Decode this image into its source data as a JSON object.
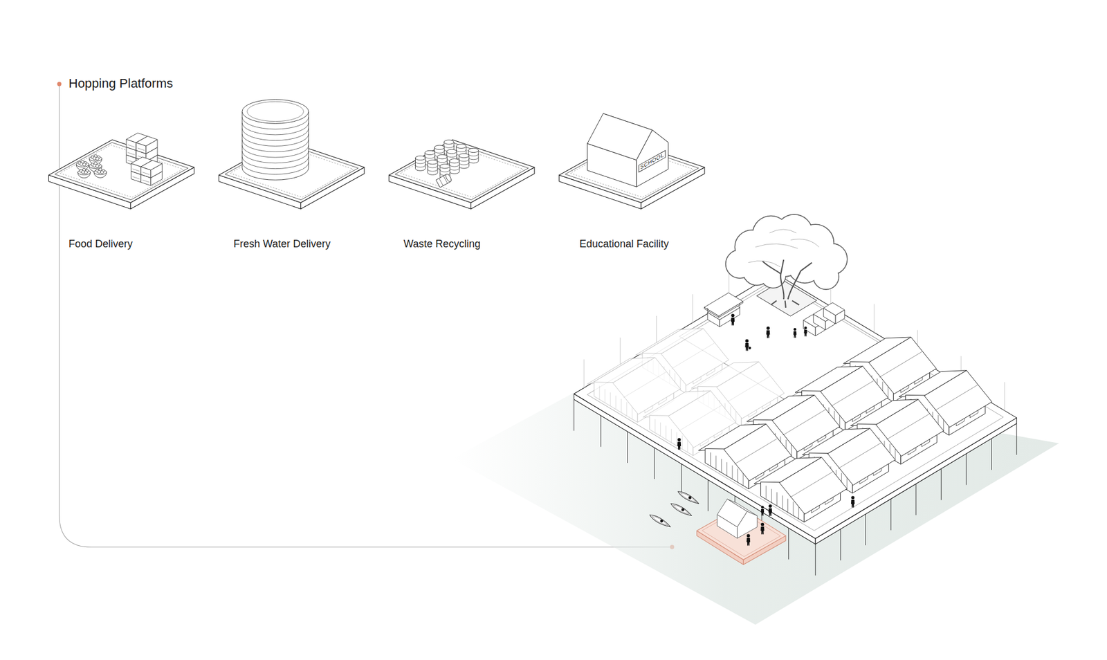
{
  "diagram": {
    "title": "Hopping Platforms",
    "labels": [
      "Food Delivery",
      "Fresh Water Delivery",
      "Waste Recycling",
      "Educational Facility",
      "SCHOOL"
    ]
  }
}
